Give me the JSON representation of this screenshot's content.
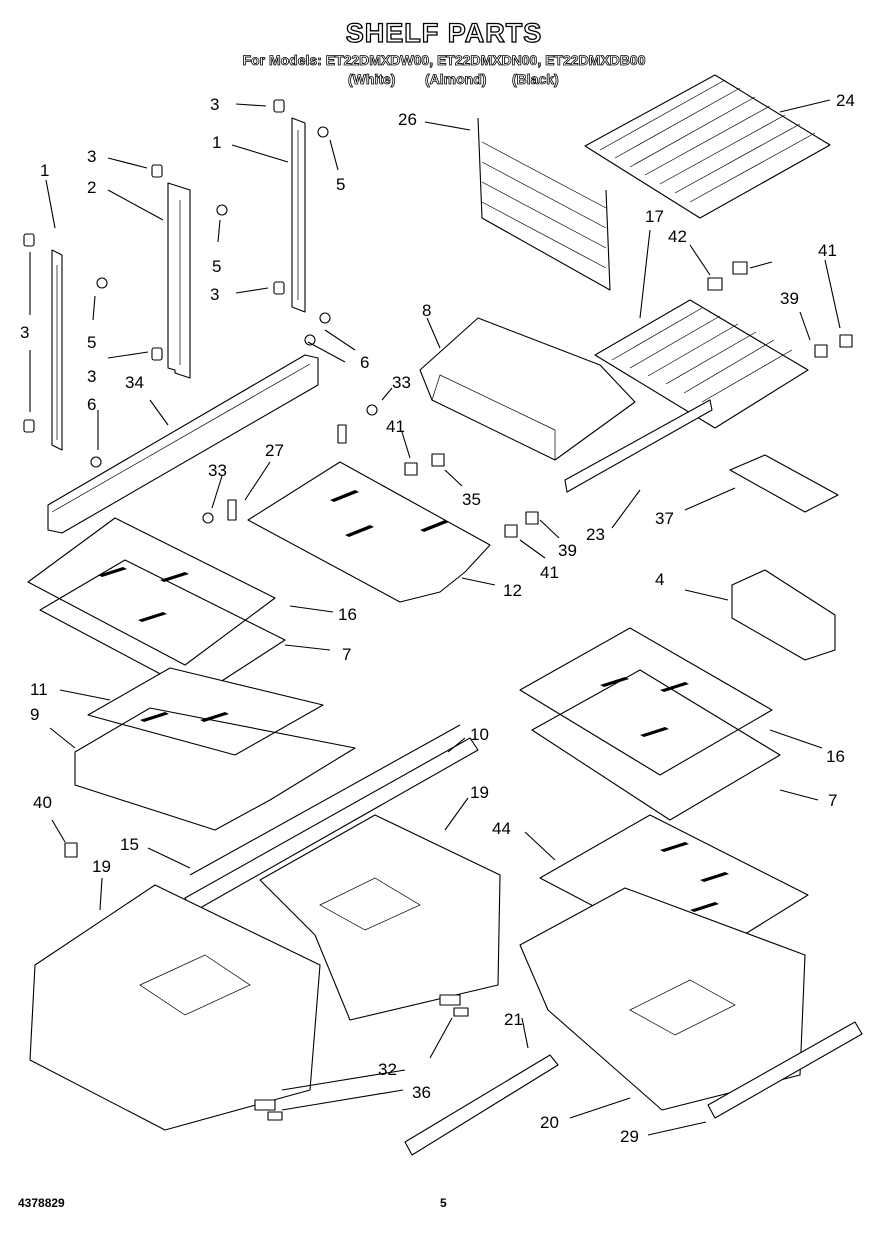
{
  "diagram": {
    "title": "SHELF PARTS",
    "models_line": "For Models: ET22DMXDW00, ET22DMXDN00, ET22DMXDB00",
    "color_white": "(White)",
    "color_almond": "(Almond)",
    "color_black": "(Black)",
    "doc_number": "4378829",
    "page_number": "5"
  },
  "callouts": {
    "c_1a": "1",
    "c_1b": "1",
    "c_2": "2",
    "c_3a": "3",
    "c_3b": "3",
    "c_3c": "3",
    "c_3d": "3",
    "c_3e": "3",
    "c_4": "4",
    "c_5a": "5",
    "c_5b": "5",
    "c_5c": "5",
    "c_6a": "6",
    "c_6b": "6",
    "c_7a": "7",
    "c_7b": "7",
    "c_8": "8",
    "c_9": "9",
    "c_10": "10",
    "c_11": "11",
    "c_12": "12",
    "c_15": "15",
    "c_16a": "16",
    "c_16b": "16",
    "c_17": "17",
    "c_19a": "19",
    "c_19b": "19",
    "c_20": "20",
    "c_21": "21",
    "c_23": "23",
    "c_24": "24",
    "c_26": "26",
    "c_27": "27",
    "c_29": "29",
    "c_32": "32",
    "c_33a": "33",
    "c_33b": "33",
    "c_34": "34",
    "c_35": "35",
    "c_36": "36",
    "c_37": "37",
    "c_39a": "39",
    "c_39b": "39",
    "c_40": "40",
    "c_41a": "41",
    "c_41b": "41",
    "c_41c": "41",
    "c_42": "42",
    "c_44": "44"
  }
}
